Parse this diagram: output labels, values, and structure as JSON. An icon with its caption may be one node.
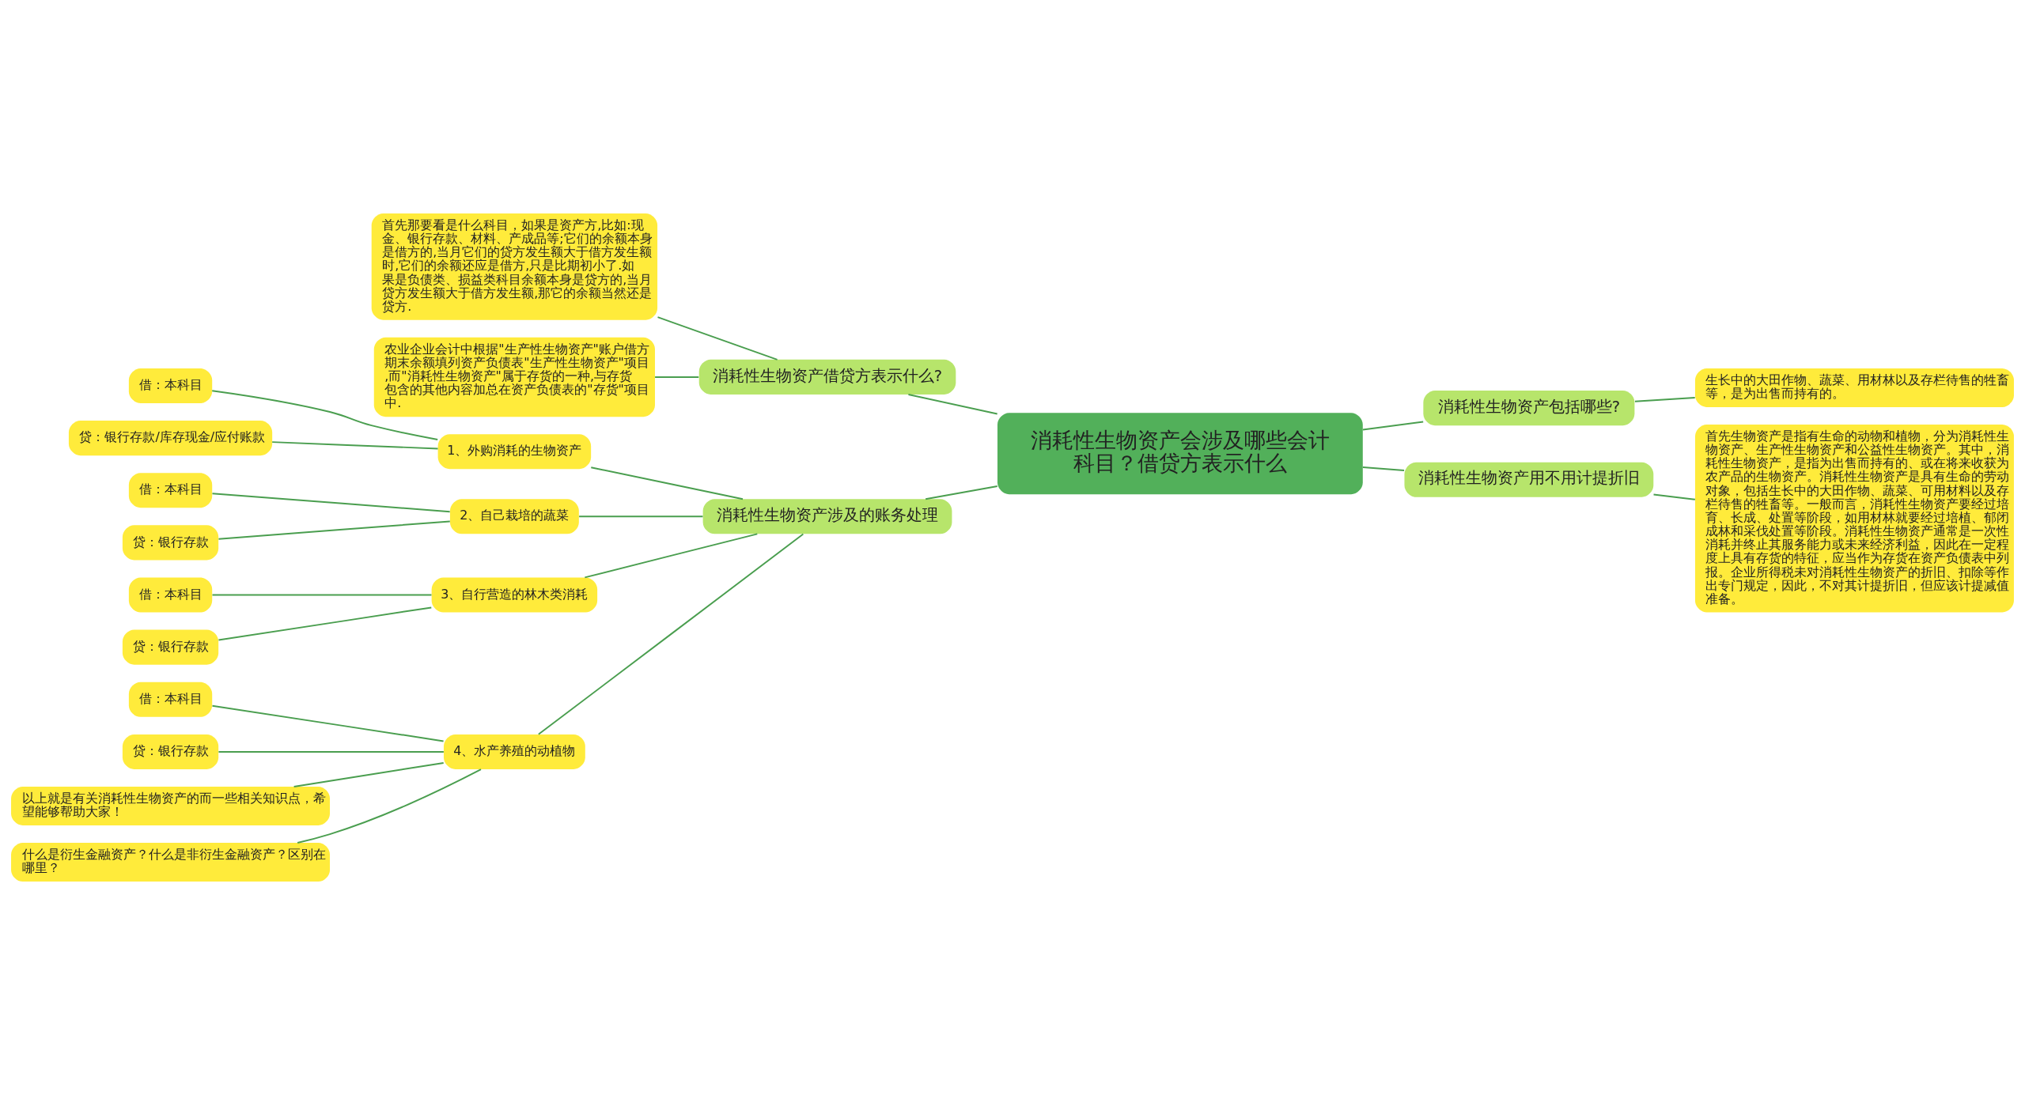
{
  "diagram": {
    "nodes": [
      {
        "text": [
          "消耗性生物资产会涉及哪些会计科目？借贷方表示什么"
        ]
      },
      {
        "text": [
          "消耗性生物资产借贷方表示什么?"
        ]
      },
      {
        "text": [
          "首先那要看是什么科目，如果是资产方,比如:现金、银行存款、材料、产成品等;它们的余额本身是借方的,当月它们的贷方发生额大于借方发生额时,它们的余额还应是借方,只是比期初小了.如果是负债类、损益类科目余额本身是贷方的,当月贷方发生额大于借方发生额,那它的余额当然还是贷方."
        ]
      },
      {
        "text": [
          "农业企业会计中根据\"生产性生物资产\"账户借方期末余额填列资产负债表\"生产性生物资产\"项目,而\"消耗性生物资产\"属于存货的一种,与存货包含的其他内容加总在资产负债表的\"存货\"项目中."
        ]
      },
      {
        "text": [
          "消耗性生物资产涉及的账务处理"
        ]
      },
      {
        "text": [
          "1、外购消耗的生物资产"
        ]
      },
      {
        "text": [
          "借：本科目"
        ]
      },
      {
        "text": [
          "贷：银行存款/库存现金/应付账款"
        ]
      },
      {
        "text": [
          "2、自己栽培的蔬菜"
        ]
      },
      {
        "text": [
          "借：本科目"
        ]
      },
      {
        "text": [
          "贷：银行存款"
        ]
      },
      {
        "text": [
          "3、自行营造的林木类消耗"
        ]
      },
      {
        "text": [
          "借：本科目"
        ]
      },
      {
        "text": [
          "贷：银行存款"
        ]
      },
      {
        "text": [
          "4、水产养殖的动植物"
        ]
      },
      {
        "text": [
          "借：本科目"
        ]
      },
      {
        "text": [
          "贷：银行存款"
        ]
      },
      {
        "text": [
          "以上就是有关消耗性生物资产的而一些相关知识点，希望能够帮助大家！"
        ]
      },
      {
        "text": [
          "什么是衍生金融资产？什么是非衍生金融资产？区别在哪里？"
        ]
      },
      {
        "text": [
          "消耗性生物资产包括哪些?"
        ]
      },
      {
        "text": [
          "生长中的大田作物、蔬菜、用材林以及存栏待售的牲畜等，是为出售而持有的。"
        ]
      },
      {
        "text": [
          "消耗性生物资产用不用计提折旧"
        ]
      },
      {
        "text": [
          "首先生物资产是指有生命的动物和植物，分为消耗性生物资产、生产性生物资产和公益性生物资产。其中，消耗性生物资产，是指为出售而持有的、或在将来收获为农产品的生物资产。消耗性生物资产是具有生命的劳动对象，包括生长中的大田作物、蔬菜、可用材料以及存栏待售的牲畜等。一般而言，消耗性生物资产要经过培育、长成、处置等阶段，如用材林就要经过培植、郁闭成林和采伐处置等阶段。消耗性生物资产通常是一次性消耗并终止其服务能力或未来经济利益，因此在一定程度上具有存货的特征，应当作为存货在资产负债表中列报。企业所得税未对消耗性生物资产的折旧、扣除等作出专门规定，因此，不对其计提折旧，但应该计提减值准备。"
        ]
      }
    ],
    "edges": [
      {
        "from": 0,
        "to": 1,
        "arrow": "none"
      },
      {
        "from": 1,
        "to": 2,
        "arrow": "none"
      },
      {
        "from": 1,
        "to": 3,
        "arrow": "none"
      },
      {
        "from": 0,
        "to": 4,
        "arrow": "none"
      },
      {
        "from": 4,
        "to": 5,
        "arrow": "none"
      },
      {
        "from": 5,
        "to": 6,
        "arrow": "none"
      },
      {
        "from": 5,
        "to": 7,
        "arrow": "none"
      },
      {
        "from": 4,
        "to": 8,
        "arrow": "none"
      },
      {
        "from": 8,
        "to": 9,
        "arrow": "none"
      },
      {
        "from": 8,
        "to": 10,
        "arrow": "none"
      },
      {
        "from": 4,
        "to": 11,
        "arrow": "none"
      },
      {
        "from": 11,
        "to": 12,
        "arrow": "none"
      },
      {
        "from": 11,
        "to": 13,
        "arrow": "none"
      },
      {
        "from": 4,
        "to": 14,
        "arrow": "none"
      },
      {
        "from": 14,
        "to": 15,
        "arrow": "none"
      },
      {
        "from": 14,
        "to": 16,
        "arrow": "none"
      },
      {
        "from": 14,
        "to": 17,
        "arrow": "none"
      },
      {
        "from": 14,
        "to": 18,
        "arrow": "none"
      },
      {
        "from": 0,
        "to": 19,
        "arrow": "none"
      },
      {
        "from": 19,
        "to": 20,
        "arrow": "none"
      },
      {
        "from": 0,
        "to": 21,
        "arrow": "none"
      },
      {
        "from": 21,
        "to": 22,
        "arrow": "none"
      }
    ]
  }
}
